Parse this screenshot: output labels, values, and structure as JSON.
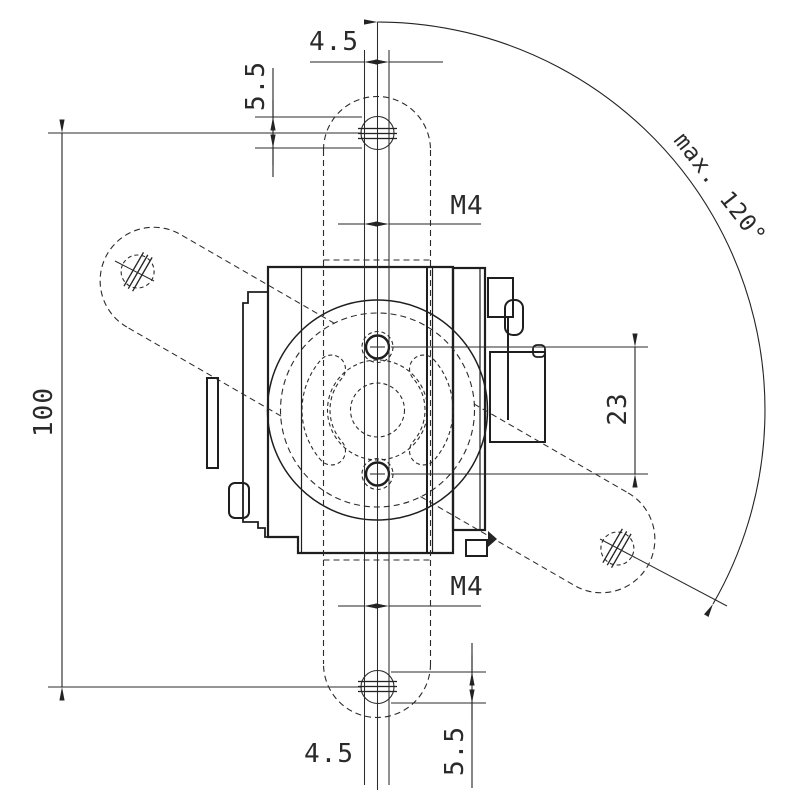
{
  "drawing": {
    "type": "technical-dimension-drawing",
    "labels": {
      "slot_width_top": "4.5",
      "slot_length_top": "5.5",
      "thread_top": "M4",
      "overall_height": "100",
      "hole_spacing": "23",
      "max_rotation": "max. 120°",
      "thread_bottom": "M4",
      "slot_width_bottom": "4.5",
      "slot_length_bottom": "5.5"
    },
    "colors": {
      "line": "#232323",
      "background": "#ffffff"
    }
  }
}
